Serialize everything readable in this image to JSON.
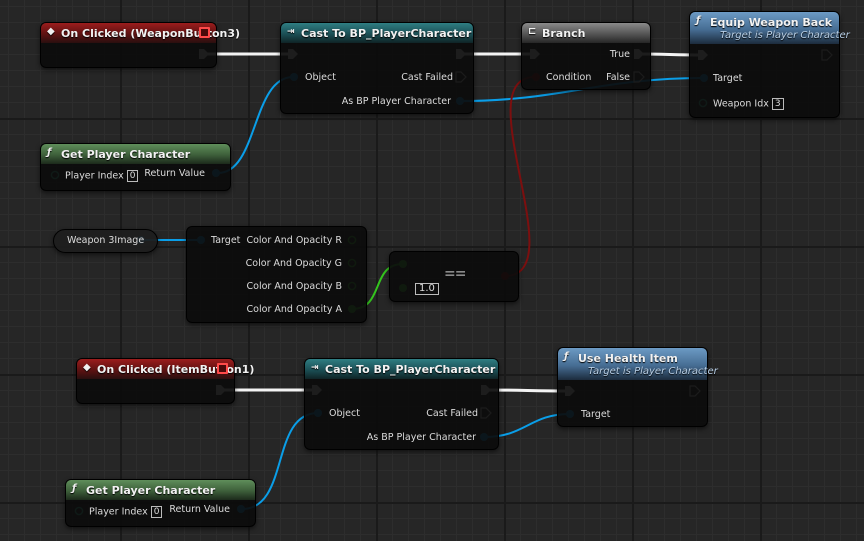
{
  "nodes": {
    "event1": {
      "title": "On Clicked (WeaponButton3)"
    },
    "cast1": {
      "title": "Cast To BP_PlayerCharacter",
      "object": "Object",
      "cast_failed": "Cast Failed",
      "as_bp": "As BP Player Character"
    },
    "branch": {
      "title": "Branch",
      "true_label": "True",
      "condition": "Condition",
      "false_label": "False"
    },
    "equip": {
      "title": "Equip Weapon Back",
      "subtitle": "Target is Player Character",
      "target": "Target",
      "weapon_idx": "Weapon Idx",
      "weapon_idx_value": "3"
    },
    "getplayer1": {
      "title": "Get Player Character",
      "player_index": "Player Index",
      "player_index_value": "0",
      "return_value": "Return Value"
    },
    "weaponimage": {
      "title": "Weapon 3Image"
    },
    "coloropacity": {
      "target": "Target",
      "r": "Color And Opacity R",
      "g": "Color And Opacity G",
      "b": "Color And Opacity B",
      "a": "Color And Opacity A"
    },
    "equal": {
      "operator": "==",
      "value": "1.0"
    },
    "event2": {
      "title": "On Clicked (ItemButton1)"
    },
    "cast2": {
      "title": "Cast To BP_PlayerCharacter",
      "object": "Object",
      "cast_failed": "Cast Failed",
      "as_bp": "As BP Player Character"
    },
    "usehealth": {
      "title": "Use Health Item",
      "subtitle": "Target is Player Character",
      "target": "Target"
    },
    "getplayer2": {
      "title": "Get Player Character",
      "player_index": "Player Index",
      "player_index_value": "0",
      "return_value": "Return Value"
    }
  },
  "colors": {
    "background": "#262626",
    "exec_wire": "#ffffff",
    "object_pin": "#0aa0f0",
    "bool_pin": "#8a0c0c",
    "float_pin": "#42d42a",
    "event_header": "#9c1d1d",
    "cast_header": "#2f7e83",
    "branch_header": "#8a8a8a",
    "pure_header": "#5f8e5a",
    "function_header": "#6c9ac4"
  },
  "icons": {
    "event": "event-diamond-icon",
    "cast": "cast-arrows-icon",
    "branch": "branch-icon",
    "function": "function-f-icon"
  }
}
